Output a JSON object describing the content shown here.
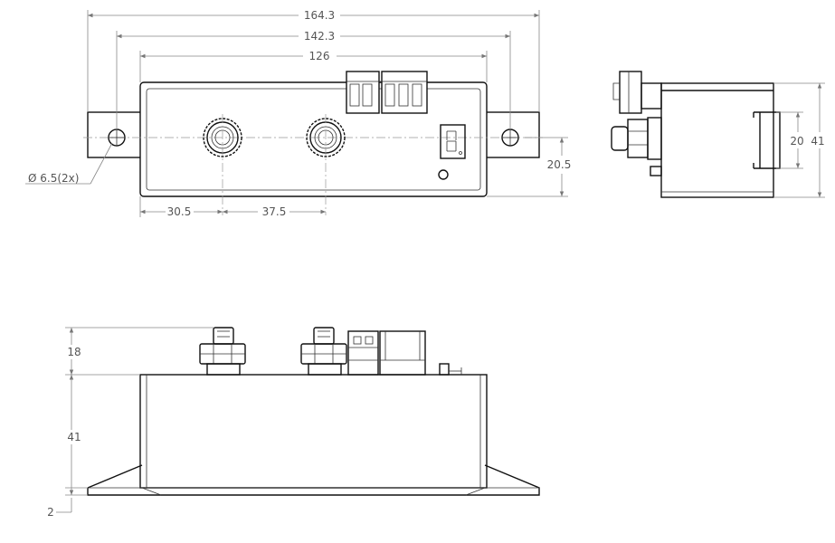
{
  "drawing": {
    "front_view": {
      "overall_width": "164.3",
      "hole_spacing": "142.3",
      "body_width": "126",
      "hole_callout": "6.5(2x)",
      "diameter_symbol": "Ø",
      "terminal1_offset": "30.5",
      "terminal_spacing": "37.5",
      "hole_height": "20.5"
    },
    "side_view": {
      "inner_height": "20",
      "outer_height": "41"
    },
    "bottom_view": {
      "terminal_height": "18",
      "body_height": "41",
      "flange_thickness": "2"
    },
    "colors": {
      "line": "#111111",
      "dimension": "#888888",
      "text": "#555555"
    }
  }
}
